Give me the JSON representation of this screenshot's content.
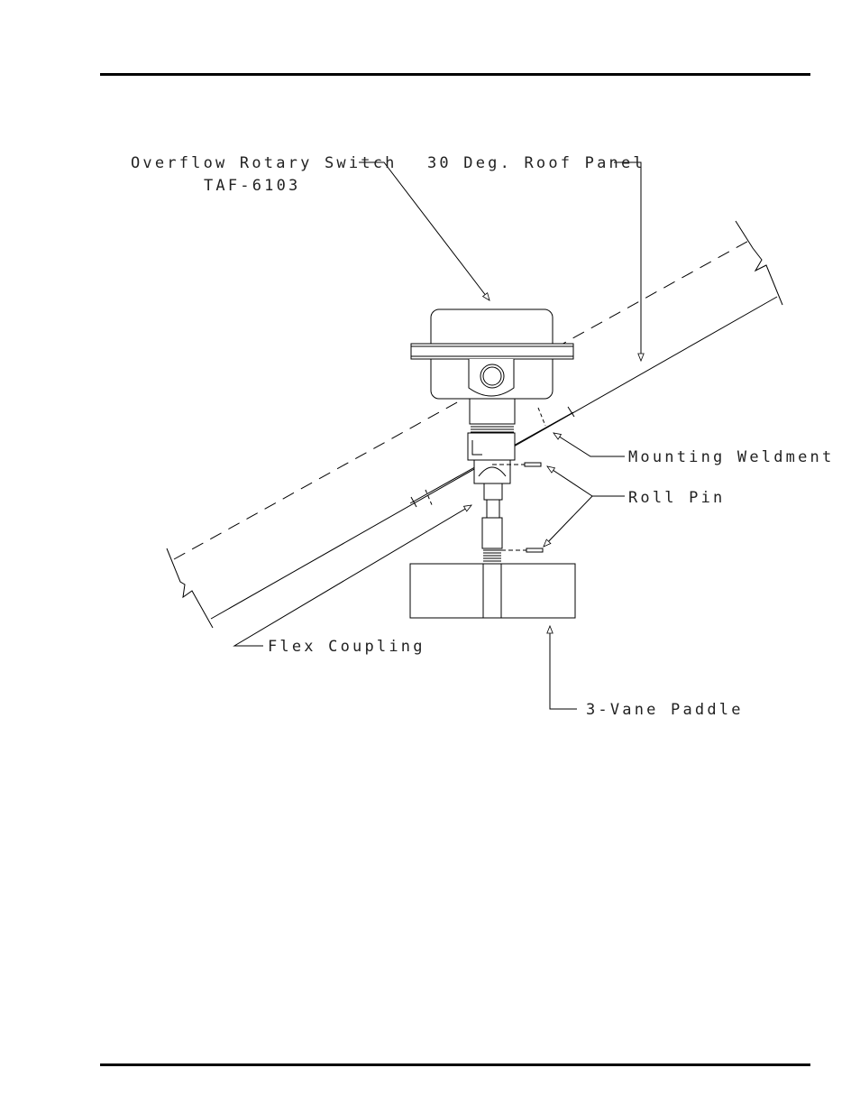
{
  "labels": {
    "switch_name": "Overflow Rotary Switch",
    "switch_part": "TAF-6103",
    "roof_panel": "30 Deg. Roof Panel",
    "mounting_weldment": "Mounting Weldment",
    "roll_pin": "Roll Pin",
    "flex_coupling": "Flex Coupling",
    "paddle": "3-Vane Paddle"
  }
}
